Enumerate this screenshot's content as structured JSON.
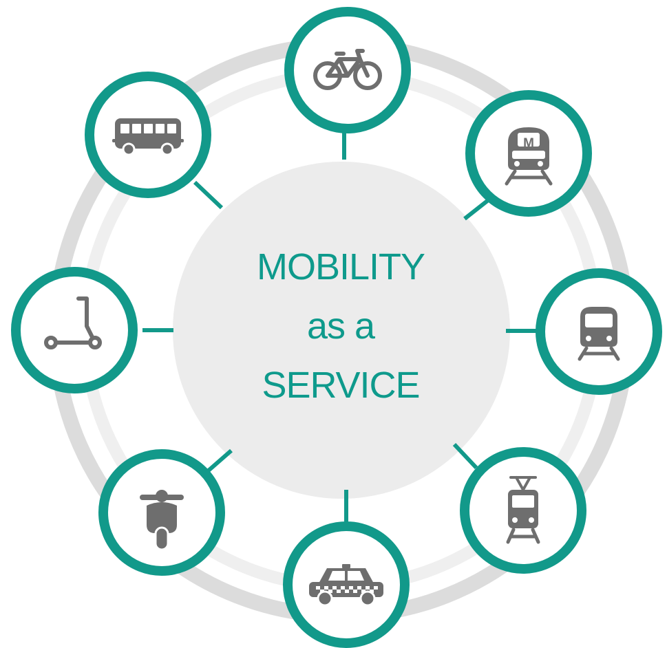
{
  "center": {
    "line1": "MOBILITY",
    "line2": "as a",
    "line3": "SERVICE"
  },
  "colors": {
    "accent": "#12998a",
    "icon": "#6e6e6e",
    "ring": "#d9d9d9",
    "ring_inner": "#eeeeee",
    "hub": "#ededed"
  },
  "modes": [
    {
      "name": "bicycle-icon"
    },
    {
      "name": "metro-icon",
      "badge": "M"
    },
    {
      "name": "train-icon"
    },
    {
      "name": "tram-icon"
    },
    {
      "name": "taxi-icon"
    },
    {
      "name": "scooter-moped-icon"
    },
    {
      "name": "kick-scooter-icon"
    },
    {
      "name": "bus-icon"
    }
  ]
}
